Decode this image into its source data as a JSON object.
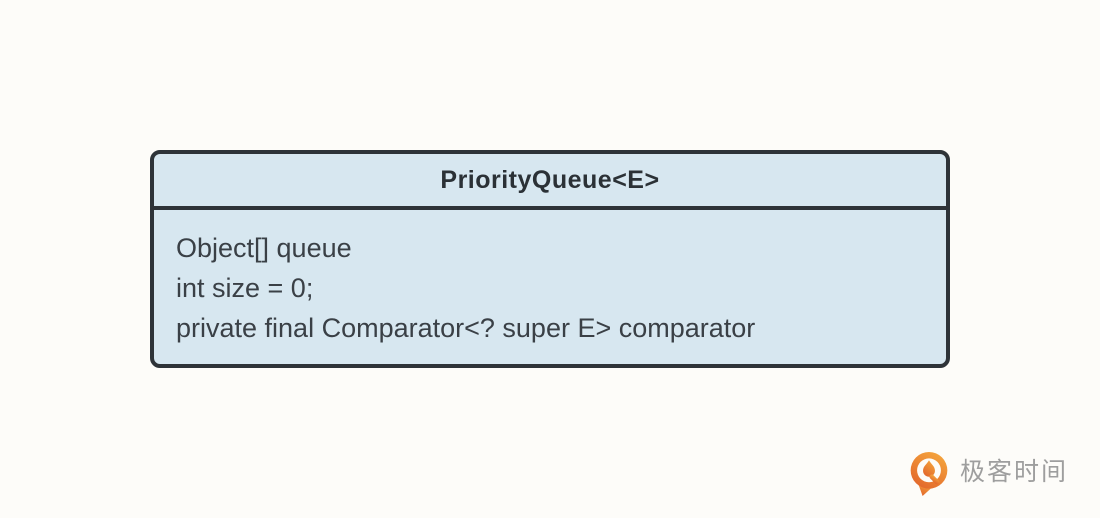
{
  "diagram": {
    "class_box": {
      "title": "PriorityQueue<E>",
      "attributes": [
        "Object[] queue",
        "int size = 0;",
        "private final Comparator<? super E> comparator"
      ]
    }
  },
  "branding": {
    "logo_text": "极客时间",
    "logo_icon": "geektime-pin-flame-icon"
  },
  "colors": {
    "page_bg": "#fdfcf9",
    "box_fill": "#d7e7f0",
    "box_border": "#2e3338",
    "title_text": "#2b3136",
    "body_text": "#3a4046",
    "logo_orange_light": "#f49d3c",
    "logo_orange_dark": "#e2662c",
    "logo_text_gray": "#9e9e9e"
  }
}
